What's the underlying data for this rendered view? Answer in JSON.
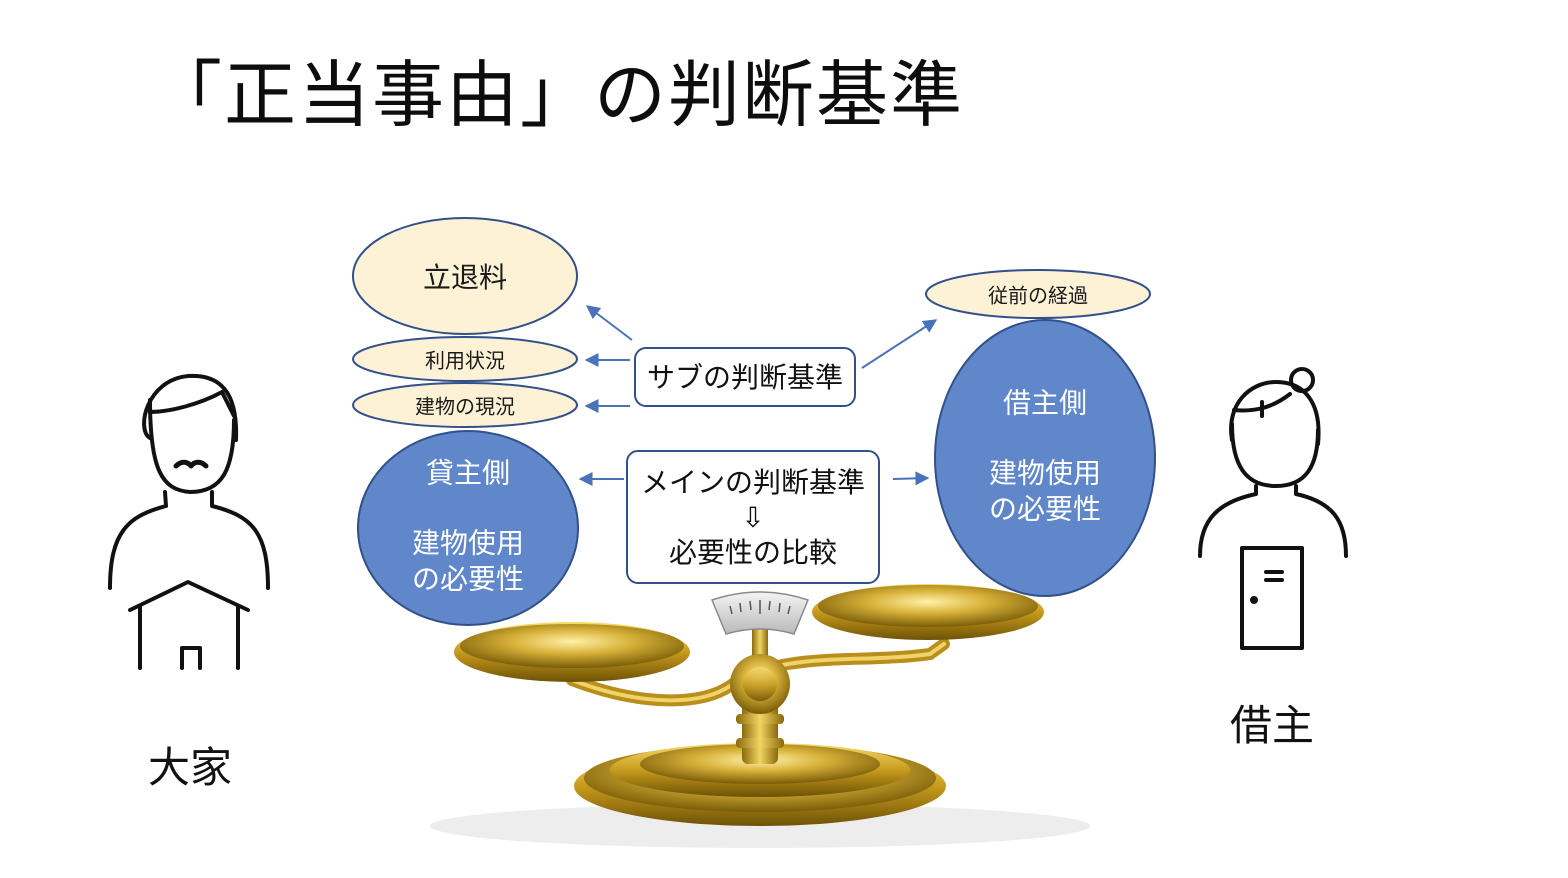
{
  "title": "「正当事由」の判断基準",
  "sub_criteria": {
    "left_items": [
      "立退料",
      "利用状況",
      "建物の現況"
    ],
    "right_item": "従前の経過",
    "box_label": "サブの判断基準"
  },
  "main_criteria": {
    "line1": "メインの判断基準",
    "arrow": "⇩",
    "line2": "必要性の比較"
  },
  "landlord_side": {
    "heading": "貸主側",
    "line1": "建物使用",
    "line2": "の必要性"
  },
  "tenant_side": {
    "heading": "借主側",
    "line1": "建物使用",
    "line2": "の必要性"
  },
  "people": {
    "landlord": "大家",
    "tenant": "借主"
  },
  "colors": {
    "ellipse_cream": "#fdf2d5",
    "ellipse_border": "#33508a",
    "blue": "#5f87c9",
    "arrow": "#4a72b8",
    "gold": "#c9a227"
  },
  "icons": {
    "landlord": "man-with-mustache-and-house-icon",
    "tenant": "woman-with-door-icon",
    "scale": "balance-scale-icon"
  }
}
